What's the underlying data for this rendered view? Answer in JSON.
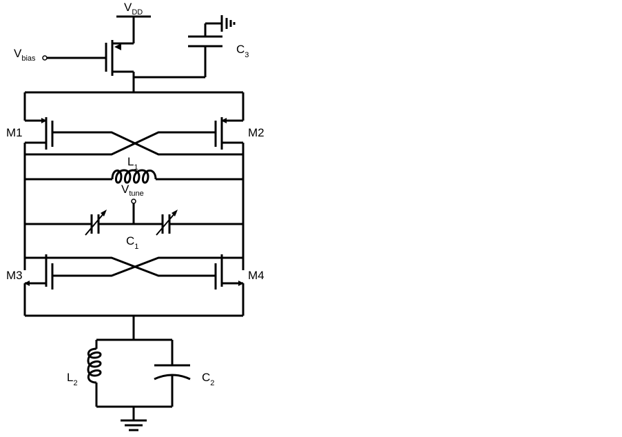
{
  "labels": {
    "vdd": {
      "main": "V",
      "sub": "DD"
    },
    "vbias": {
      "main": "V",
      "sub": "bias"
    },
    "c3": {
      "main": "C",
      "sub": "3"
    },
    "m1": "M1",
    "m2": "M2",
    "m3": "M3",
    "m4": "M4",
    "l1": {
      "main": "L",
      "sub": "1"
    },
    "vtune": {
      "main": "V",
      "sub": "tune"
    },
    "c1": {
      "main": "C",
      "sub": "1"
    },
    "l2": {
      "main": "L",
      "sub": "2"
    },
    "c2": {
      "main": "C",
      "sub": "2"
    }
  }
}
